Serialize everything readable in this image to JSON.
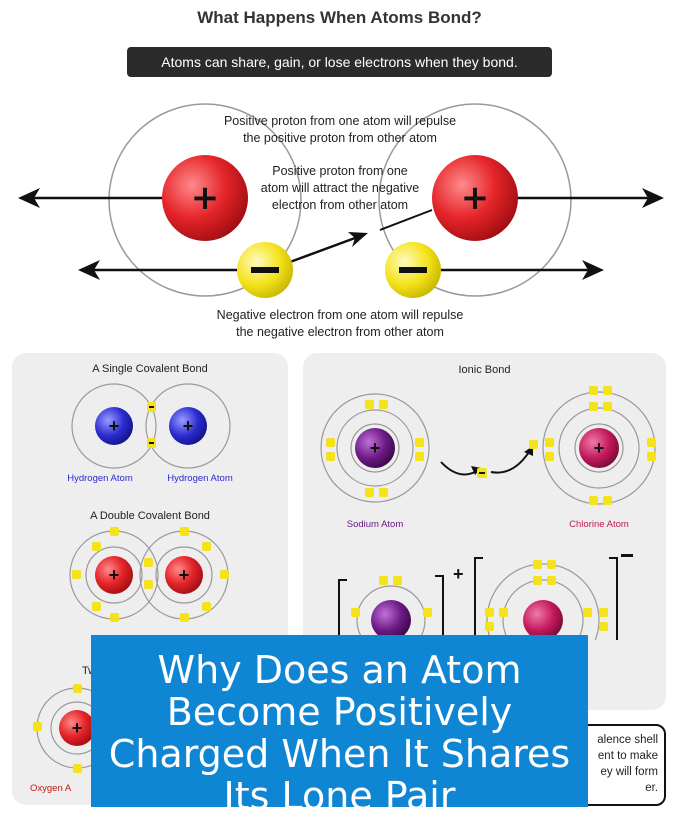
{
  "title": "What Happens When Atoms Bond?",
  "subtitle": "Atoms can share, gain, or lose electrons when they bond.",
  "notes": {
    "repulse_proton_1": "Positive proton from one atom will repulse",
    "repulse_proton_2": "the positive proton from other atom",
    "attract_1": "Positive proton from one",
    "attract_2": "atom will attract the negative",
    "attract_3": "electron from other atom",
    "repulse_electron_1": "Negative electron from one atom will repulse",
    "repulse_electron_2": "the negative electron from other atom"
  },
  "symbols": {
    "plus": "+",
    "minus": "−"
  },
  "left_panel": {
    "single_title": "A Single Covalent Bond",
    "hydrogen_label": "Hydrogen Atom",
    "double_title": "A Double Covalent Bond",
    "oxygen_label": "Oxygen Atom",
    "triple_title_fragment": "Tw",
    "oxygen_fragment": "Oxygen A"
  },
  "right_panel": {
    "title": "Ionic Bond",
    "sodium_label": "Sodium Atom",
    "chlorine_label": "Chlorine Atom"
  },
  "valence_box": {
    "line1": "alence shell",
    "line2": "ent to make",
    "line3": "ey will form",
    "line4": "er."
  },
  "headline": "Why Does an Atom Become Positively Charged When It Shares Its Lone Pair",
  "colors": {
    "proton_red": "#e5252a",
    "electron_yellow": "#f4e21b",
    "hydrogen_blue": "#2a2ad0",
    "sodium_purple": "#6a1a82",
    "chlorine_magenta": "#c2185b",
    "headline_bg": "#0f86d4",
    "subtitle_bg": "#2b2b2b"
  }
}
